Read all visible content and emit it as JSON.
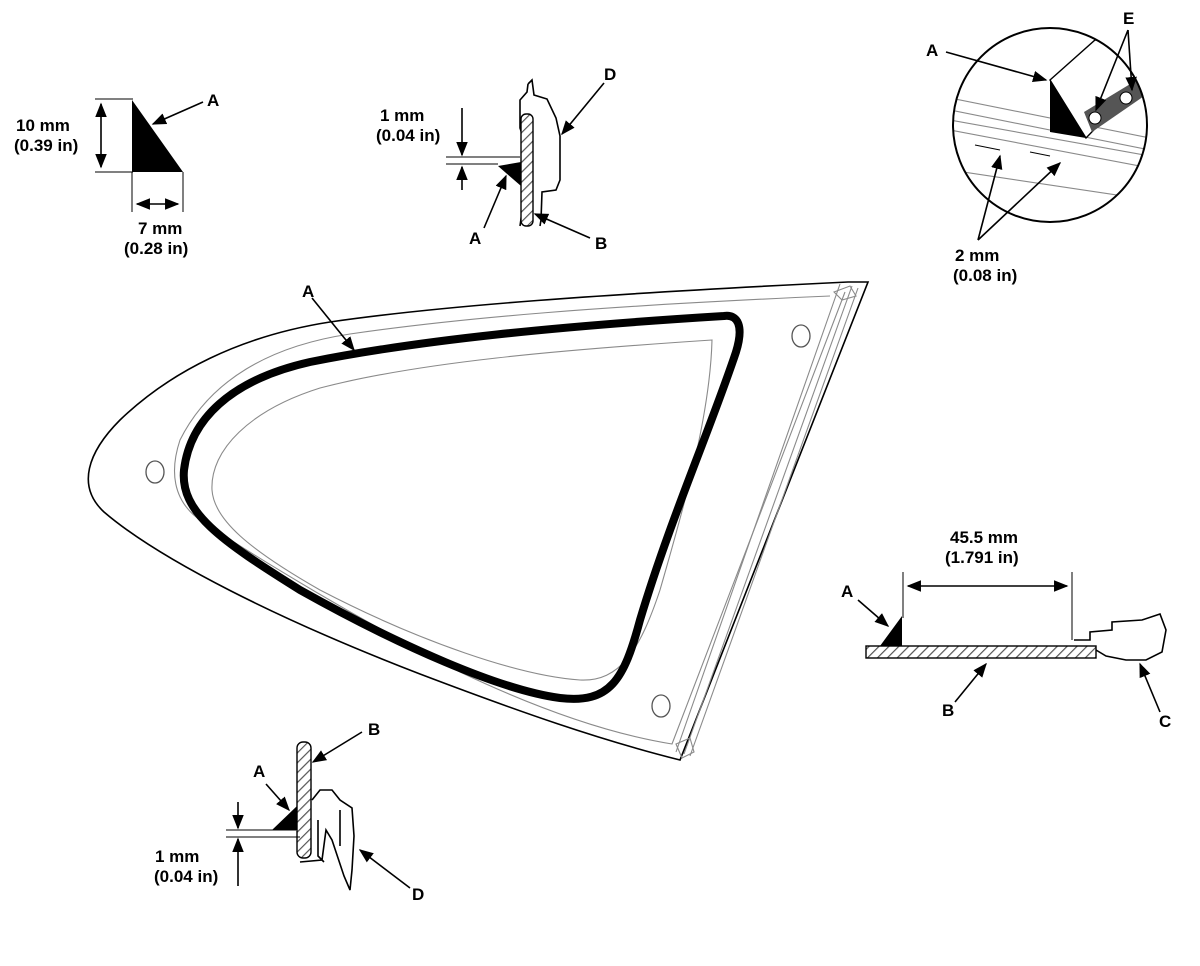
{
  "detail_top_left": {
    "callout_a": "A",
    "height_mm": "10 mm",
    "height_in": "(0.39 in)",
    "width_mm": "7 mm",
    "width_in": "(0.28 in)"
  },
  "detail_top_center": {
    "gap_mm": "1 mm",
    "gap_in": "(0.04 in)",
    "callout_a": "A",
    "callout_b": "B",
    "callout_d": "D"
  },
  "detail_top_right": {
    "callout_a": "A",
    "callout_e": "E",
    "gap_mm": "2 mm",
    "gap_in": "(0.08 in)"
  },
  "main_glass": {
    "callout_a": "A"
  },
  "detail_right": {
    "distance_mm": "45.5 mm",
    "distance_in": "(1.791 in)",
    "callout_a": "A",
    "callout_b": "B",
    "callout_c": "C"
  },
  "detail_bottom": {
    "gap_mm": "1 mm",
    "gap_in": "(0.04 in)",
    "callout_a": "A",
    "callout_b": "B",
    "callout_d": "D"
  }
}
